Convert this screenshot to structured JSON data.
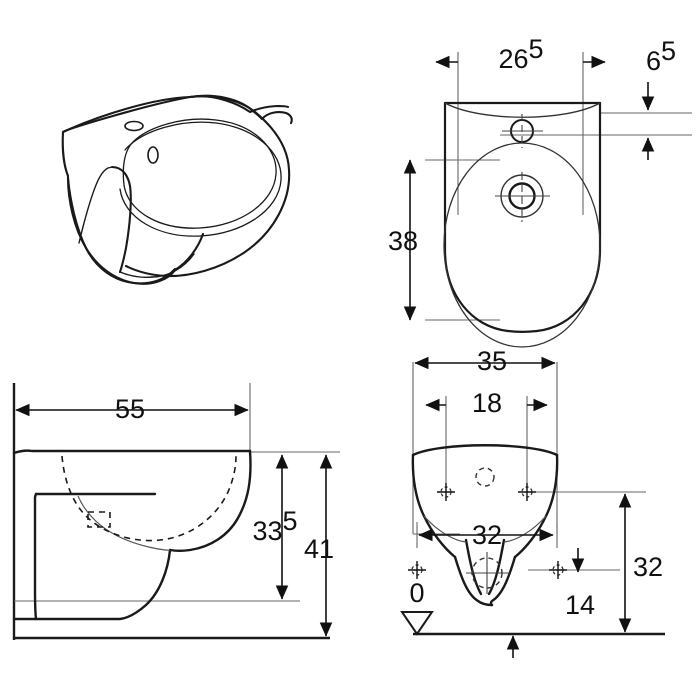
{
  "drawing": {
    "title": "Wall-hung bidet technical drawing",
    "units": "cm",
    "line_color": "#1a1a1a",
    "thin_line_color": "#555555",
    "background": "#ffffff",
    "views": [
      {
        "name": "isometric-view",
        "label": ""
      },
      {
        "name": "top-view",
        "label": ""
      },
      {
        "name": "side-section-view",
        "label": ""
      },
      {
        "name": "front-view",
        "label": ""
      }
    ],
    "dimensions": {
      "top_width_inner": {
        "value": "26",
        "sup": "5",
        "view": "top-view"
      },
      "top_offset_right": {
        "value": "6",
        "sup": "5",
        "view": "top-view"
      },
      "top_depth": {
        "value": "38",
        "sup": "",
        "view": "top-view"
      },
      "side_projection": {
        "value": "55",
        "sup": "",
        "view": "side-section-view"
      },
      "side_height_bowl": {
        "value": "33",
        "sup": "5",
        "view": "side-section-view"
      },
      "side_height_total": {
        "value": "41",
        "sup": "",
        "view": "side-section-view"
      },
      "front_width": {
        "value": "35",
        "sup": "",
        "view": "front-view"
      },
      "front_fixing_spacing": {
        "value": "18",
        "sup": "",
        "view": "front-view"
      },
      "front_lower_width": {
        "value": "32",
        "sup": "",
        "view": "front-view"
      },
      "front_height_from_floor": {
        "value": "32",
        "sup": "",
        "view": "front-view"
      },
      "front_base_height": {
        "value": "14",
        "sup": "",
        "view": "front-view"
      },
      "datum_zero": {
        "value": "0",
        "sup": "",
        "view": "front-view"
      }
    }
  }
}
